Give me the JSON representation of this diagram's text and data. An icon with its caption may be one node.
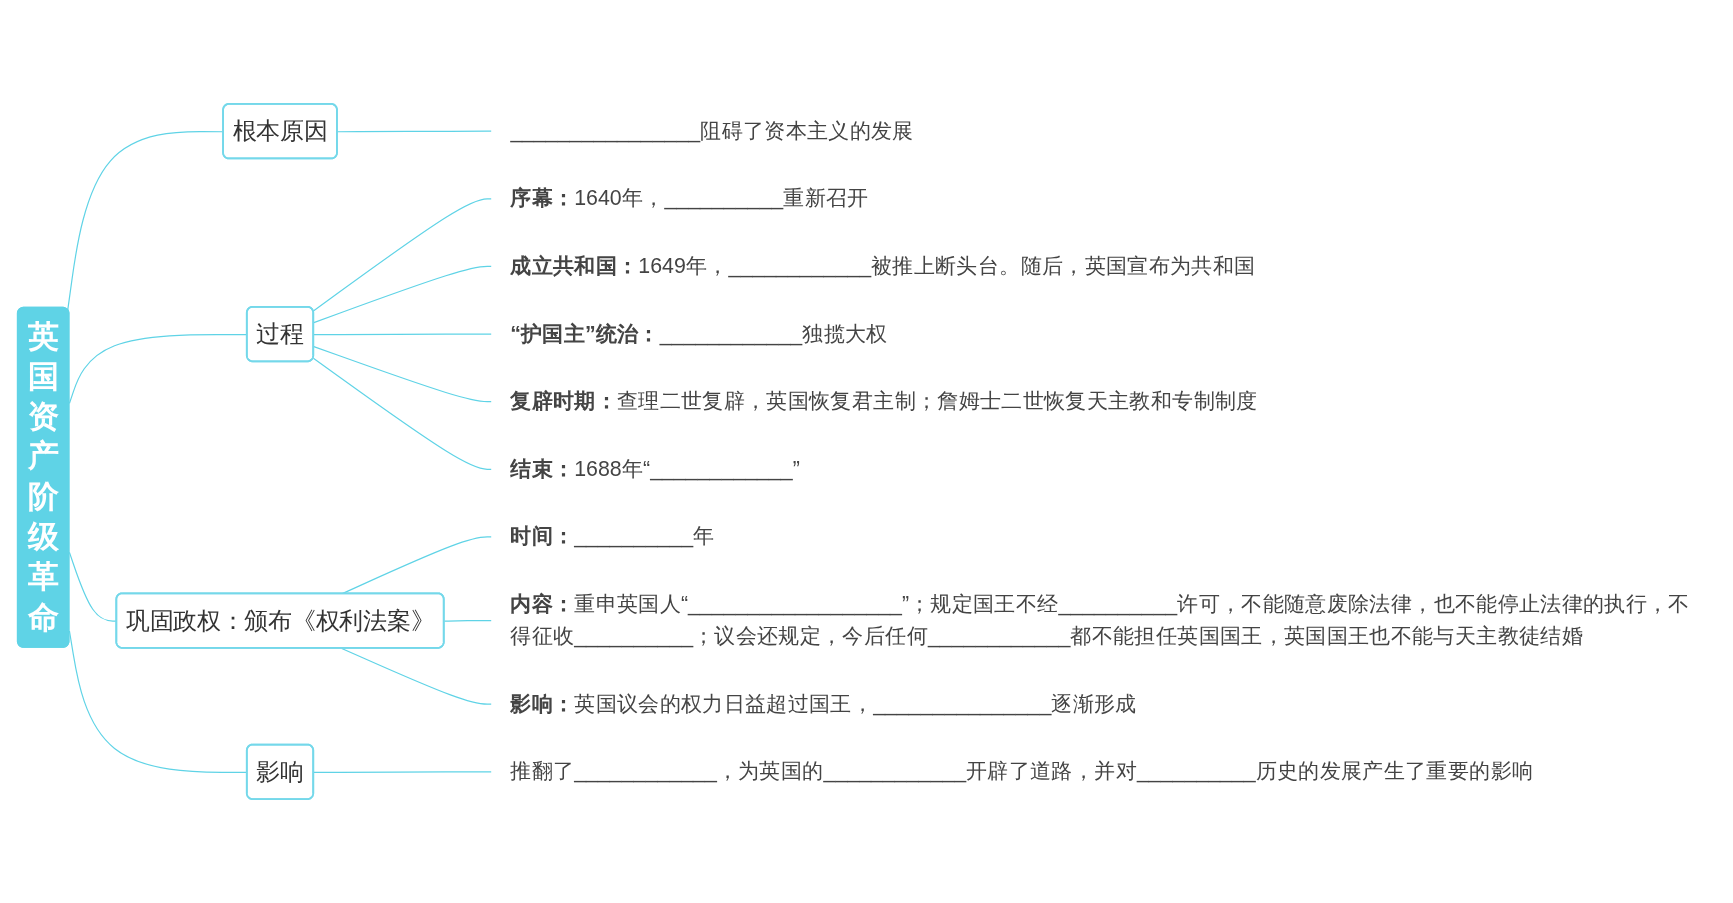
{
  "diagram": {
    "nodes": [
      {
        "text": [
          "英国资产阶级革命"
        ]
      },
      {
        "text": [
          "根本原因"
        ]
      },
      {
        "text": [
          "________________阻碍了资本主义的发展"
        ]
      },
      {
        "text": [
          "过程"
        ]
      },
      {
        "text": [
          "**序幕：**1640年，__________重新召开"
        ]
      },
      {
        "text": [
          "**成立共和国：**1649年，____________被推上断头台。随后，英国宣布为共和国"
        ]
      },
      {
        "text": [
          "**“护国主”统治：**____________独揽大权"
        ]
      },
      {
        "text": [
          "**复辟时期：**查理二世复辟，英国恢复君主制；詹姆士二世恢复天主教和专制制度"
        ]
      },
      {
        "text": [
          "**结束：**1688年“____________”"
        ]
      },
      {
        "text": [
          "巩固政权：颁布《权利法案》"
        ]
      },
      {
        "text": [
          "**时间：**__________年"
        ]
      },
      {
        "text": [
          "**内容：**重申英国人“__________________”；规定国王不经__________许可，不能随意废除法律，也不能停止法律的执行，不得征收__________；议会还规定，今后任何____________都不能担任英国国王，英国国王也不能与天主教徒结婚"
        ]
      },
      {
        "text": [
          "**影响：**英国议会的权力日益超过国王，_______________逐渐形成"
        ]
      },
      {
        "text": [
          "影响"
        ]
      },
      {
        "text": [
          "推翻了____________，为英国的____________开辟了道路，并对__________历史的发展产生了重要的影响"
        ]
      }
    ],
    "edges": [
      {
        "from": 0,
        "to": 1,
        "arrow": "none"
      },
      {
        "from": 1,
        "to": 2,
        "arrow": "none"
      },
      {
        "from": 0,
        "to": 3,
        "arrow": "none"
      },
      {
        "from": 3,
        "to": 4,
        "arrow": "none"
      },
      {
        "from": 3,
        "to": 5,
        "arrow": "none"
      },
      {
        "from": 3,
        "to": 6,
        "arrow": "none"
      },
      {
        "from": 3,
        "to": 7,
        "arrow": "none"
      },
      {
        "from": 3,
        "to": 8,
        "arrow": "none"
      },
      {
        "from": 0,
        "to": 9,
        "arrow": "none"
      },
      {
        "from": 9,
        "to": 10,
        "arrow": "none"
      },
      {
        "from": 9,
        "to": 11,
        "arrow": "none"
      },
      {
        "from": 9,
        "to": 12,
        "arrow": "none"
      },
      {
        "from": 0,
        "to": 13,
        "arrow": "none"
      },
      {
        "from": 13,
        "to": 14,
        "arrow": "none"
      }
    ]
  }
}
